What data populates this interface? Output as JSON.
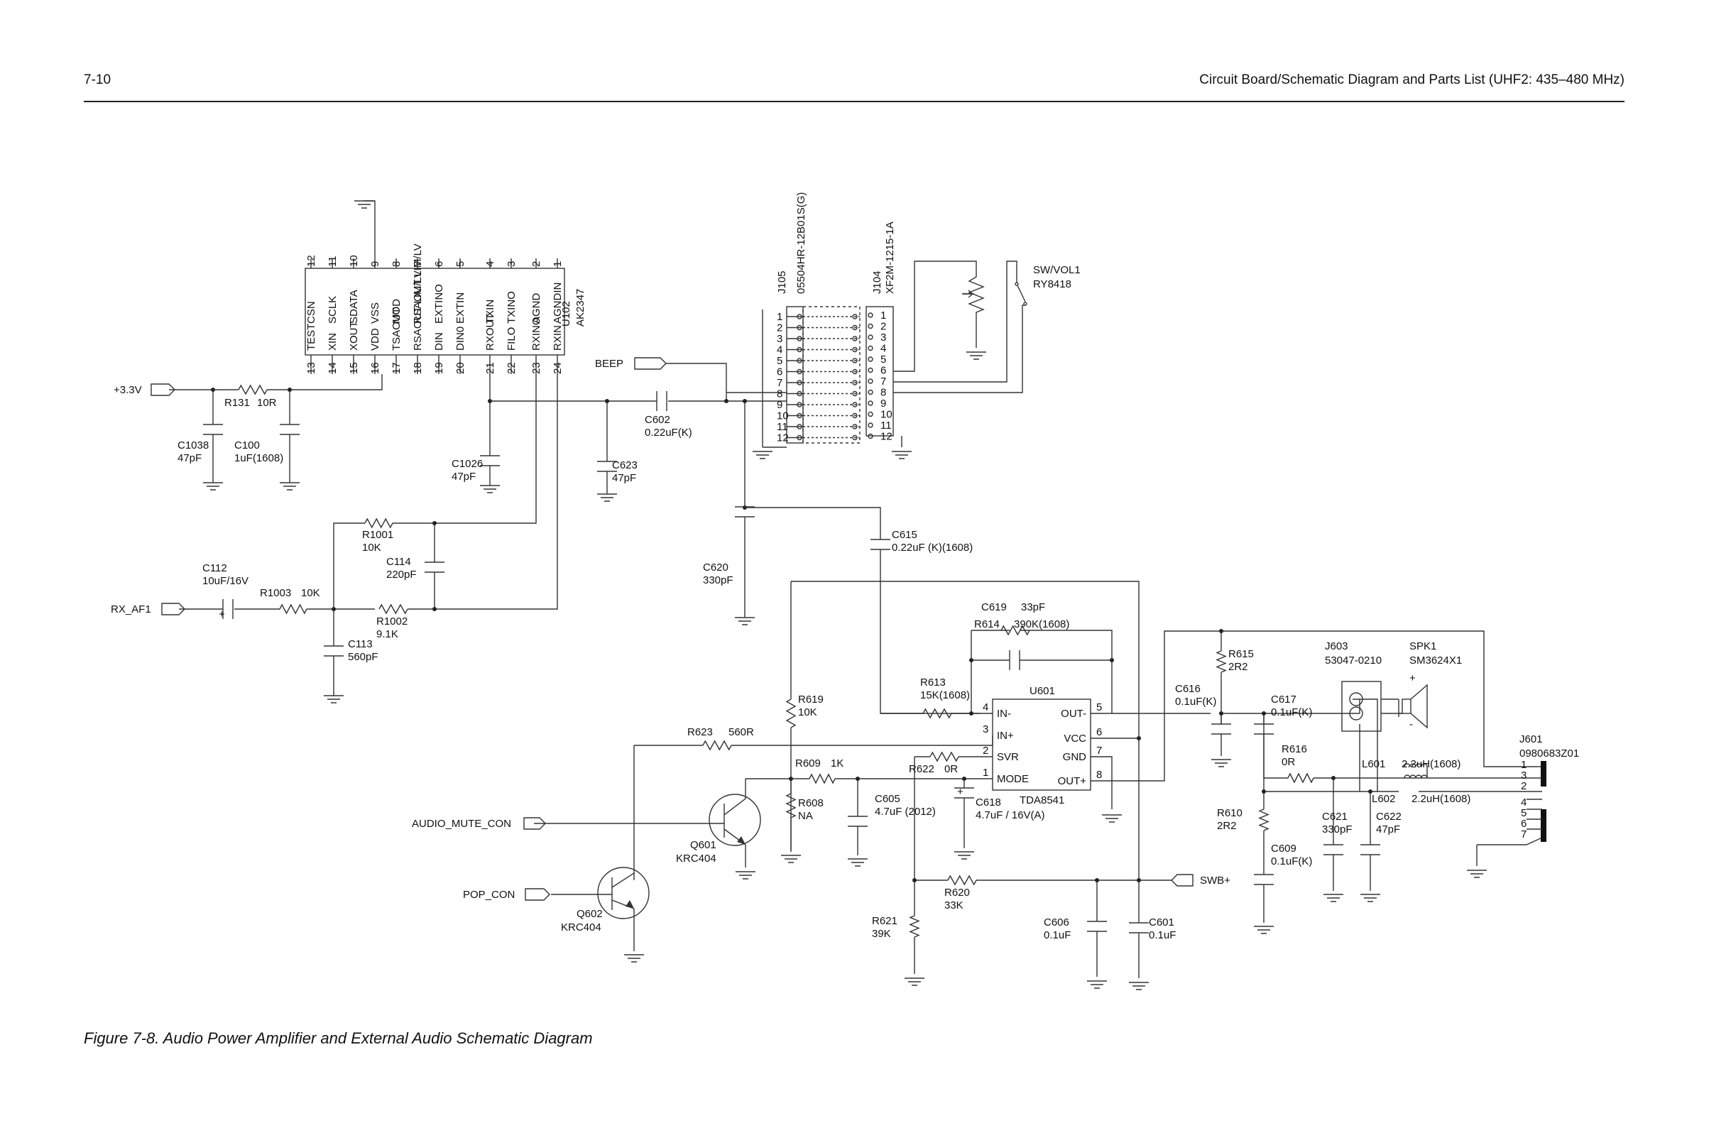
{
  "header": {
    "page_number": "7-10",
    "section_title": "Circuit Board/Schematic Diagram and Parts List (UHF2: 435–480 MHz)"
  },
  "caption": "Figure 7-8. Audio Power Amplifier and External Audio Schematic Diagram",
  "ports": {
    "p33v": "+3.3V",
    "rx_af1": "RX_AF1",
    "beep": "BEEP",
    "audio_mute": "AUDIO_MUTE_CON",
    "pop_con": "POP_CON",
    "swb": "SWB+"
  },
  "u102": {
    "ref": "U102",
    "part": "AK2347",
    "top_pins": [
      {
        "num": "12",
        "name": "CSN"
      },
      {
        "num": "11",
        "name": "SCLK"
      },
      {
        "num": "10",
        "name": "SDATA"
      },
      {
        "num": "9",
        "name": "VSS"
      },
      {
        "num": "8",
        "name": "MOD"
      },
      {
        "num": "7",
        "name": "RSAOUT LIM/LV"
      },
      {
        "num": "6",
        "name": "EXTINO"
      },
      {
        "num": "5",
        "name": "EXTIN"
      },
      {
        "num": "4",
        "name": "TXIN"
      },
      {
        "num": "3",
        "name": "TXINO"
      },
      {
        "num": "2",
        "name": "AGND"
      },
      {
        "num": "1",
        "name": "AGNDIN"
      }
    ],
    "bottom_pins": [
      {
        "num": "13",
        "name": "TEST"
      },
      {
        "num": "14",
        "name": "XIN"
      },
      {
        "num": "15",
        "name": "XOUT"
      },
      {
        "num": "16",
        "name": "VDD"
      },
      {
        "num": "17",
        "name": "TSAOUT"
      },
      {
        "num": "18",
        "name": "RSAOUT LIM/LV"
      },
      {
        "num": "19",
        "name": "DIN"
      },
      {
        "num": "20",
        "name": "DIN0"
      },
      {
        "num": "21",
        "name": "RXOUT"
      },
      {
        "num": "22",
        "name": "FILO"
      },
      {
        "num": "23",
        "name": "RXINO"
      },
      {
        "num": "24",
        "name": "RXIN"
      }
    ]
  },
  "j105": {
    "ref": "J105",
    "part": "05504HR-12B01S(G)",
    "pins": [
      "1",
      "2",
      "3",
      "4",
      "5",
      "6",
      "7",
      "8",
      "9",
      "10",
      "11",
      "12"
    ]
  },
  "j104": {
    "ref": "J104",
    "part": "XF2M-1215-1A",
    "pins": [
      "1",
      "2",
      "3",
      "4",
      "5",
      "6",
      "7",
      "8",
      "9",
      "10",
      "11",
      "12"
    ]
  },
  "sw_vol": {
    "ref": "SW/VOL1",
    "part": "RY8418"
  },
  "u601": {
    "ref": "U601",
    "part": "TDA8541",
    "left_pins": [
      {
        "num": "4",
        "name": "IN-"
      },
      {
        "num": "3",
        "name": "IN+"
      },
      {
        "num": "2",
        "name": "SVR"
      },
      {
        "num": "1",
        "name": "MODE"
      }
    ],
    "right_pins": [
      {
        "num": "5",
        "name": "OUT-"
      },
      {
        "num": "6",
        "name": "VCC"
      },
      {
        "num": "7",
        "name": "GND"
      },
      {
        "num": "8",
        "name": "OUT+"
      }
    ]
  },
  "j603": {
    "ref": "J603",
    "part": "53047-0210"
  },
  "spk1": {
    "ref": "SPK1",
    "part": "SM3624X1",
    "plus": "+",
    "minus": "-"
  },
  "j601": {
    "ref": "J601",
    "part": "0980683Z01",
    "pins": [
      "1",
      "3",
      "2",
      "4",
      "5",
      "6",
      "7"
    ]
  },
  "q601": {
    "ref": "Q601",
    "part": "KRC404"
  },
  "q602": {
    "ref": "Q602",
    "part": "KRC404"
  },
  "polarity": {
    "c112": "+",
    "c618": "+"
  },
  "parts": {
    "R131": {
      "ref": "R131",
      "value": "10R"
    },
    "C1038": {
      "ref": "C1038",
      "value": "47pF"
    },
    "C100": {
      "ref": "C100",
      "value": "1uF(1608)"
    },
    "C1026": {
      "ref": "C1026",
      "value": "47pF"
    },
    "C602": {
      "ref": "C602",
      "value": "0.22uF(K)"
    },
    "C623": {
      "ref": "C623",
      "value": "47pF"
    },
    "R1001": {
      "ref": "R1001",
      "value": "10K"
    },
    "C114": {
      "ref": "C114",
      "value": "220pF"
    },
    "C112": {
      "ref": "C112",
      "value": "10uF/16V"
    },
    "R1003": {
      "ref": "R1003",
      "value": "10K"
    },
    "R1002": {
      "ref": "R1002",
      "value": "9.1K"
    },
    "C113": {
      "ref": "C113",
      "value": "560pF"
    },
    "C620": {
      "ref": "C620",
      "value": "330pF"
    },
    "C615": {
      "ref": "C615",
      "value": "0.22uF (K)(1608)"
    },
    "C619": {
      "ref": "C619",
      "value": "33pF"
    },
    "R614": {
      "ref": "R614",
      "value": "390K(1608)"
    },
    "R613": {
      "ref": "R613",
      "value": "15K(1608)"
    },
    "R619": {
      "ref": "R619",
      "value": "10K"
    },
    "R623": {
      "ref": "R623",
      "value": "560R"
    },
    "R609": {
      "ref": "R609",
      "value": "1K"
    },
    "R622": {
      "ref": "R622",
      "value": "0R"
    },
    "R608": {
      "ref": "R608",
      "value": "NA"
    },
    "C605": {
      "ref": "C605",
      "value": "4.7uF (2012)"
    },
    "C618": {
      "ref": "C618",
      "value": "4.7uF / 16V(A)"
    },
    "R620": {
      "ref": "R620",
      "value": "33K"
    },
    "R621": {
      "ref": "R621",
      "value": "39K"
    },
    "C606": {
      "ref": "C606",
      "value": "0.1uF"
    },
    "C601": {
      "ref": "C601",
      "value": "0.1uF"
    },
    "R615": {
      "ref": "R615",
      "value": "2R2"
    },
    "C616": {
      "ref": "C616",
      "value": "0.1uF(K)"
    },
    "C617": {
      "ref": "C617",
      "value": "0.1uF(K)"
    },
    "R616": {
      "ref": "R616",
      "value": "0R"
    },
    "L601": {
      "ref": "L601",
      "value": "2.2uH(1608)"
    },
    "L602": {
      "ref": "L602",
      "value": "2.2uH(1608)"
    },
    "R610": {
      "ref": "R610",
      "value": "2R2"
    },
    "C609": {
      "ref": "C609",
      "value": "0.1uF(K)"
    },
    "C621": {
      "ref": "C621",
      "value": "330pF"
    },
    "C622": {
      "ref": "C622",
      "value": "47pF"
    }
  }
}
